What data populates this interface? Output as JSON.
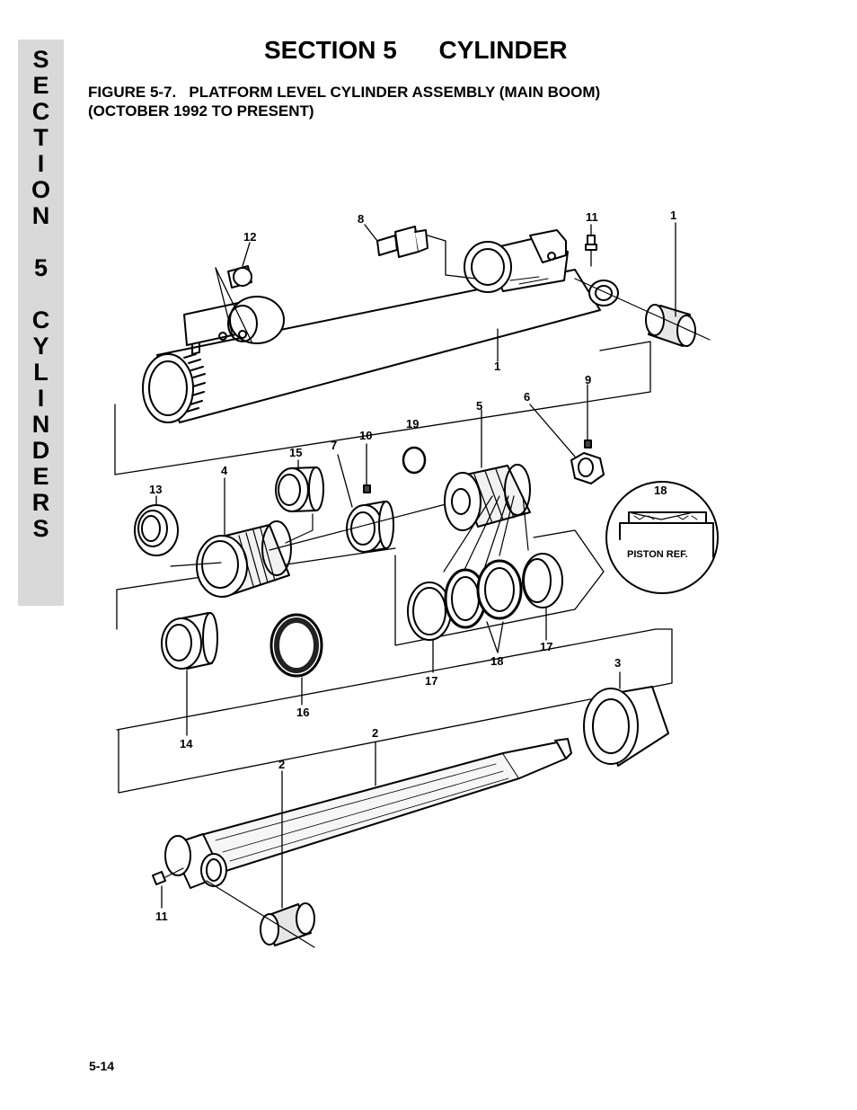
{
  "side_tab": {
    "letters": [
      "S",
      "E",
      "C",
      "T",
      "I",
      "O",
      "N",
      "",
      "5",
      "",
      "C",
      "Y",
      "L",
      "I",
      "N",
      "D",
      "E",
      "R",
      "S"
    ]
  },
  "header": {
    "section_number": "SECTION 5",
    "section_name": "CYLINDER"
  },
  "figure": {
    "caption_line1": "FIGURE 5-7.   PLATFORM LEVEL CYLINDER ASSEMBLY (MAIN BOOM)",
    "caption_line2": "(OCTOBER 1992 TO PRESENT)",
    "callouts": {
      "c1a": "1",
      "c1b": "1",
      "c2a": "2",
      "c2b": "2",
      "c3": "3",
      "c4": "4",
      "c5": "5",
      "c6": "6",
      "c7": "7",
      "c8": "8",
      "c9": "9",
      "c10": "10",
      "c11a": "11",
      "c11b": "11",
      "c12": "12",
      "c13": "13",
      "c14": "14",
      "c15": "15",
      "c16": "16",
      "c17a": "17",
      "c17b": "17",
      "c18a": "18",
      "c18b": "18",
      "c19": "19"
    },
    "inset_label": "PISTON REF."
  },
  "footer": {
    "page_number": "5-14"
  }
}
